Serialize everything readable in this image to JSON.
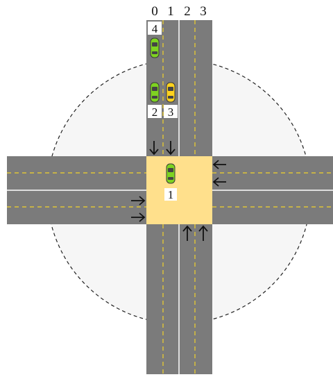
{
  "lane_labels": [
    "0",
    "1",
    "2",
    "3"
  ],
  "car_labels": {
    "car_2": "2",
    "car_3": "3",
    "car_4": "4",
    "car_1": "1"
  },
  "colors": {
    "road": "#7b7b7b",
    "lane_yellow": "#f2d22a",
    "lane_white": "#ffffff",
    "intersection": "#ffe08c",
    "zone": "#f6f6f6",
    "car_green": "#7ed321",
    "car_yellow": "#ffd21e"
  },
  "icons": [
    "down-arrow-icon",
    "left-arrow-icon",
    "right-arrow-icon",
    "up-arrow-icon",
    "car-icon"
  ]
}
